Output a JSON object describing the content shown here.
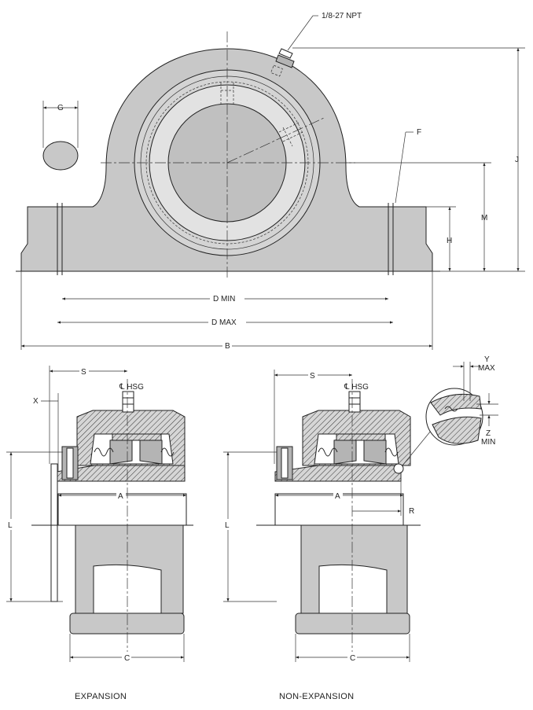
{
  "top_view": {
    "fitting_label": "1/8-27 NPT",
    "labels": {
      "g": "G",
      "f": "F",
      "j": "J",
      "m": "M",
      "h": "H",
      "d_min": "D MIN",
      "d_max": "D MAX",
      "b": "B"
    }
  },
  "expansion_view": {
    "caption": "EXPANSION",
    "labels": {
      "s": "S",
      "x": "X",
      "cl_hsg": "℄ HSG",
      "a": "A",
      "l": "L",
      "c": "C"
    }
  },
  "non_expansion_view": {
    "caption": "NON-EXPANSION",
    "labels": {
      "s": "S",
      "cl_hsg": "℄ HSG",
      "a": "A",
      "l": "L",
      "c": "C",
      "r": "R",
      "y_line1": "Y",
      "y_line2": "MAX",
      "z_line1": "Z",
      "z_line2": "MIN"
    }
  }
}
